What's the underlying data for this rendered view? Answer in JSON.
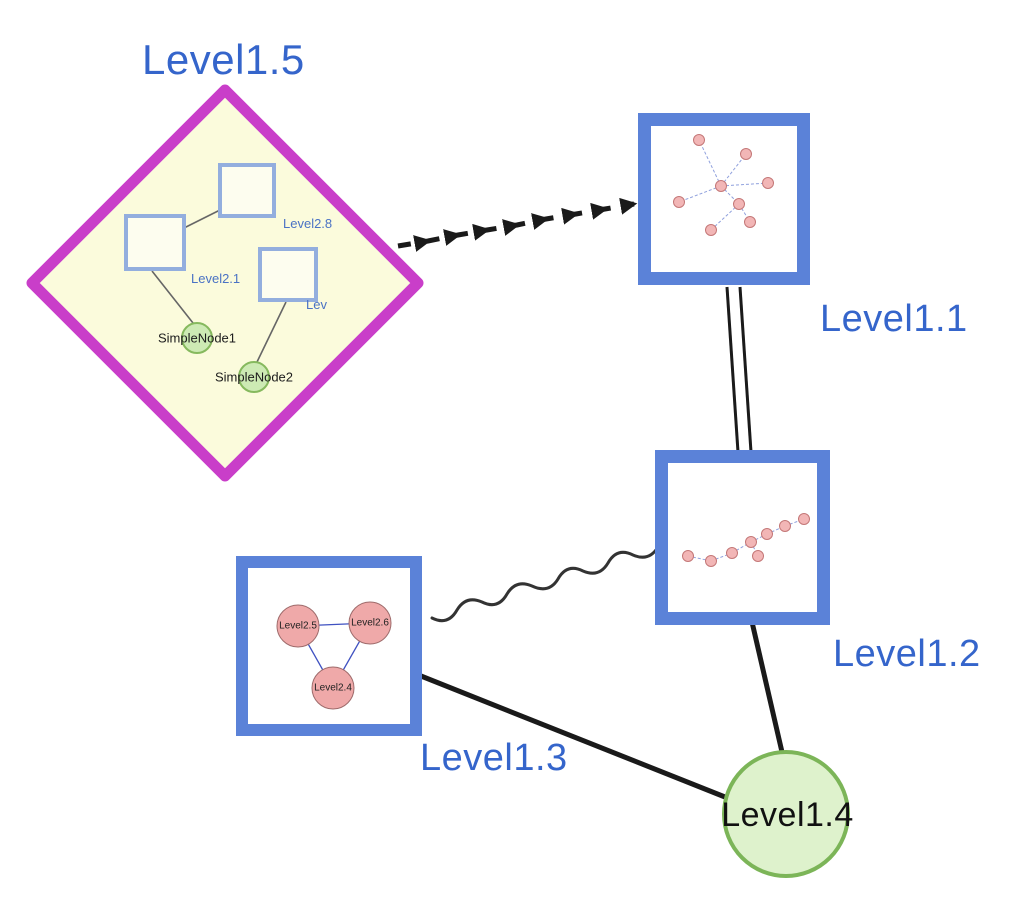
{
  "diagram": {
    "labels": {
      "level1_5": "Level1.5",
      "level1_1": "Level1.1",
      "level1_2": "Level1.2",
      "level1_3": "Level1.3",
      "level1_4": "Level1.4",
      "level2_8": "Level2.8",
      "level2_1": "Level2.1",
      "level2_truncated": "Lev",
      "simple_node_1": "SimpleNode1",
      "simple_node_2": "SimpleNode2",
      "level2_5": "Level2.5",
      "level2_6": "Level2.6",
      "level2_4": "Level2.4"
    },
    "edges": [
      {
        "from": "Level1.5",
        "to": "Level1.1",
        "style": "dashed-arrow"
      },
      {
        "from": "Level1.1",
        "to": "Level1.2",
        "style": "double-line"
      },
      {
        "from": "Level1.3",
        "to": "Level1.2",
        "style": "wavy"
      },
      {
        "from": "Level1.2",
        "to": "Level1.4",
        "style": "solid"
      },
      {
        "from": "Level1.3",
        "to": "Level1.4",
        "style": "solid"
      },
      {
        "from": "Level2.1",
        "to": "SimpleNode1",
        "style": "solid-thin"
      },
      {
        "from": "Lev",
        "to": "SimpleNode2",
        "style": "solid-thin"
      },
      {
        "from": "Level2.8",
        "to": "Level2.1",
        "style": "solid-thin"
      },
      {
        "from": "Level2.5",
        "to": "Level2.6",
        "style": "thin-blue"
      },
      {
        "from": "Level2.5",
        "to": "Level2.4",
        "style": "thin-blue"
      },
      {
        "from": "Level2.6",
        "to": "Level2.4",
        "style": "thin-blue"
      }
    ],
    "colors": {
      "label_blue": "#3565cb",
      "diamond_stroke": "#c93ec9",
      "diamond_fill": "#fbfbdc",
      "box_border_blue": "#5b82d8",
      "square_border": "#93aede",
      "green_fill": "#cdeab4",
      "green_stroke": "#86b95e",
      "big_green_fill": "#def2cc",
      "big_green_stroke": "#7cb558",
      "pink_fill": "#f0aaaa",
      "pink_stroke": "#a86a6a",
      "edge_black": "#1a1a1a"
    }
  }
}
